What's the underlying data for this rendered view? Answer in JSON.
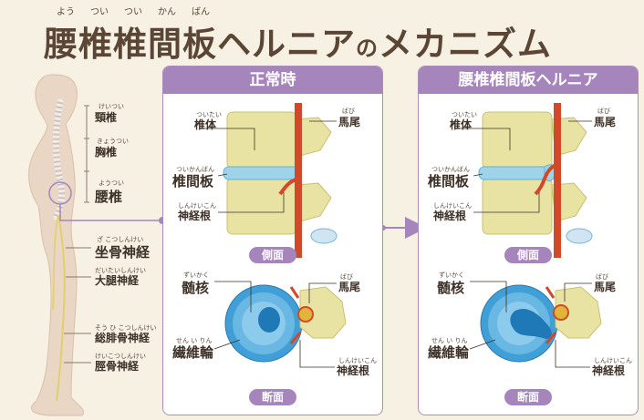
{
  "title": {
    "main": "腰椎椎間板ヘルニア",
    "no": "の",
    "tail": "メカニズム",
    "ruby": [
      "よう",
      "つい",
      "つい",
      "かん",
      "ばん"
    ]
  },
  "body": {
    "spine": [
      {
        "label": "頸椎",
        "ruby": "けいつい"
      },
      {
        "label": "胸椎",
        "ruby": "きょうつい"
      },
      {
        "label": "腰椎",
        "ruby": "ようつい"
      }
    ],
    "nerves": [
      {
        "label": "坐骨神経",
        "ruby": "ざ こつしんけい"
      },
      {
        "label": "大腿神経",
        "ruby": "だいたいしんけい"
      },
      {
        "label": "総腓骨神経",
        "ruby": "そう ひ こつしんけい"
      },
      {
        "label": "脛骨神経",
        "ruby": "けいこつしんけい"
      }
    ]
  },
  "panels": [
    {
      "header": "正常時",
      "side": {
        "vertebral_body": {
          "label": "椎体",
          "ruby": "ついたい"
        },
        "disc": {
          "label": "椎間板",
          "ruby": "ついかんばん"
        },
        "nerve_root": {
          "label": "神経根",
          "ruby": "しんけいこん"
        },
        "cauda": {
          "label": "馬尾",
          "ruby": "ばび"
        },
        "view": "側面"
      },
      "cross": {
        "nucleus": {
          "label": "髄核",
          "ruby": "ずいかく"
        },
        "annulus": {
          "label": "繊維輪",
          "ruby": "せん い りん"
        },
        "cauda": {
          "label": "馬尾",
          "ruby": "ばび"
        },
        "nerve_root": {
          "label": "神経根",
          "ruby": "しんけいこん"
        },
        "view": "断面"
      }
    },
    {
      "header": "腰椎椎間板ヘルニア",
      "side": {
        "vertebral_body": {
          "label": "椎体",
          "ruby": "ついたい"
        },
        "disc": {
          "label": "椎間板",
          "ruby": "ついかんばん"
        },
        "nerve_root": {
          "label": "神経根",
          "ruby": "しんけいこん"
        },
        "cauda": {
          "label": "馬尾",
          "ruby": "ばび"
        },
        "view": "側面"
      },
      "cross": {
        "nucleus": {
          "label": "髄核",
          "ruby": "ずいかく"
        },
        "annulus": {
          "label": "繊維輪",
          "ruby": "せん い りん"
        },
        "cauda": {
          "label": "馬尾",
          "ruby": "ばび"
        },
        "nerve_root": {
          "label": "神経根",
          "ruby": "しんけいこん"
        },
        "view": "断面"
      }
    }
  ],
  "colors": {
    "background": "#f7f1e4",
    "title": "#5b4636",
    "accent_purple": "#a585bb",
    "bone": "#e9e3a3",
    "disc": "#9fd3ea",
    "nerve": "#d2492a",
    "annulus": "#3f9fd6"
  }
}
